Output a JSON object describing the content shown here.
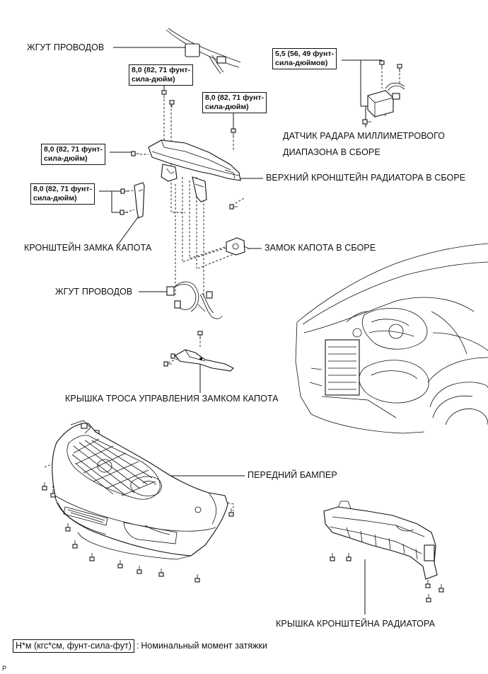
{
  "labels": {
    "wire_harness_top": "ЖГУТ ПРОВОДОВ",
    "radar_sensor_line1": "ДАТЧИК РАДАРА МИЛЛИМЕТРОВОГО",
    "radar_sensor_line2": "ДИАПАЗОНА В СБОРЕ",
    "upper_radiator_support": "ВЕРХНИЙ КРОНШТЕЙН РАДИАТОРА В СБОРЕ",
    "hood_lock_bracket": "КРОНШТЕЙН ЗАМКА КАПОТА",
    "hood_lock_assembly": "ЗАМОК КАПОТА В СБОРЕ",
    "wire_harness_mid": "ЖГУТ ПРОВОДОВ",
    "hood_lock_cable_cover": "КРЫШКА ТРОСА УПРАВЛЕНИЯ ЗАМКОМ КАПОТА",
    "front_bumper": "ПЕРЕДНИЙ БАМПЕР",
    "radiator_support_cover": "КРЫШКА КРОНШТЕЙНА РАДИАТОРА"
  },
  "torque": {
    "t1": {
      "line1": "8,0 (82, 71 фунт-",
      "line2": "сила-дюйм)"
    },
    "t2": {
      "line1": "8,0 (82, 71 фунт-",
      "line2": "сила-дюйм)"
    },
    "t3": {
      "line1": "8,0 (82, 71 фунт-",
      "line2": "сила-дюйм)"
    },
    "t4": {
      "line1": "8,0 (82, 71 фунт-",
      "line2": "сила-дюйм)"
    },
    "t5": {
      "line1": "5,5 (56, 49 фунт-",
      "line2": "сила-дюймов)"
    }
  },
  "legend": {
    "unit": "Н*м (кгс*см, фунт-сила-фут)",
    "separator": ":",
    "text": "Номинальный момент затяжки"
  },
  "page_marker": "P"
}
